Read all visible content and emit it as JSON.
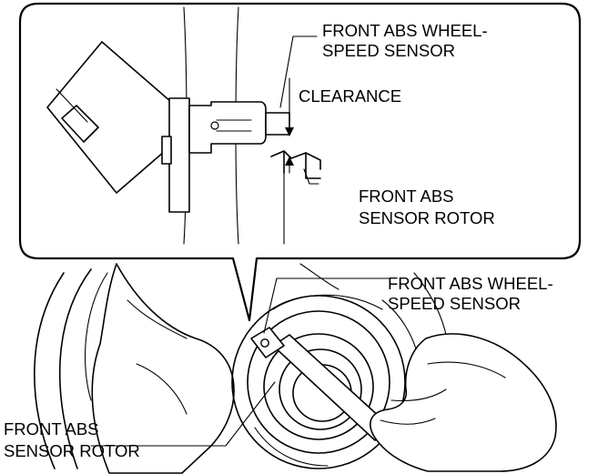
{
  "labels": {
    "inset_sensor_line1": "FRONT ABS WHEEL-",
    "inset_sensor_line2": "SPEED SENSOR",
    "clearance": "CLEARANCE",
    "inset_rotor_line1": "FRONT ABS",
    "inset_rotor_line2": "SENSOR ROTOR",
    "main_sensor_line1": "FRONT ABS WHEEL-",
    "main_sensor_line2": "SPEED SENSOR",
    "main_rotor_line1": "FRONT ABS",
    "main_rotor_line2": "SENSOR ROTOR"
  }
}
